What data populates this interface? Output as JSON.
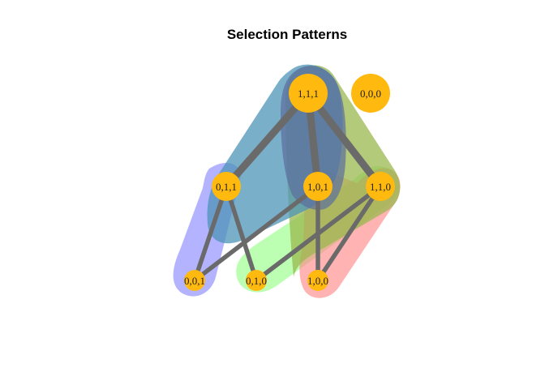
{
  "title": "Selection Patterns",
  "colors": {
    "node_fill": "#ffb90f",
    "edge": "#6a6a6a",
    "group_blue": "#8080ff",
    "group_teal": "#4d94b8",
    "group_slate": "#5c6e9e",
    "group_green": "#8fff80",
    "group_olive": "#99b84d",
    "group_red": "#ff8080"
  },
  "nodes": [
    {
      "id": "111",
      "label": "1,1,1"
    },
    {
      "id": "000",
      "label": "0,0,0"
    },
    {
      "id": "011",
      "label": "0,1,1"
    },
    {
      "id": "101",
      "label": "1,0,1"
    },
    {
      "id": "110",
      "label": "1,1,0"
    },
    {
      "id": "001",
      "label": "0,0,1"
    },
    {
      "id": "010",
      "label": "0,1,0"
    },
    {
      "id": "100",
      "label": "1,0,0"
    }
  ],
  "edges": [
    {
      "from": "111",
      "to": "011"
    },
    {
      "from": "111",
      "to": "101"
    },
    {
      "from": "111",
      "to": "110"
    },
    {
      "from": "011",
      "to": "001"
    },
    {
      "from": "011",
      "to": "010"
    },
    {
      "from": "101",
      "to": "001"
    },
    {
      "from": "101",
      "to": "100"
    },
    {
      "from": "110",
      "to": "010"
    },
    {
      "from": "110",
      "to": "100"
    }
  ]
}
